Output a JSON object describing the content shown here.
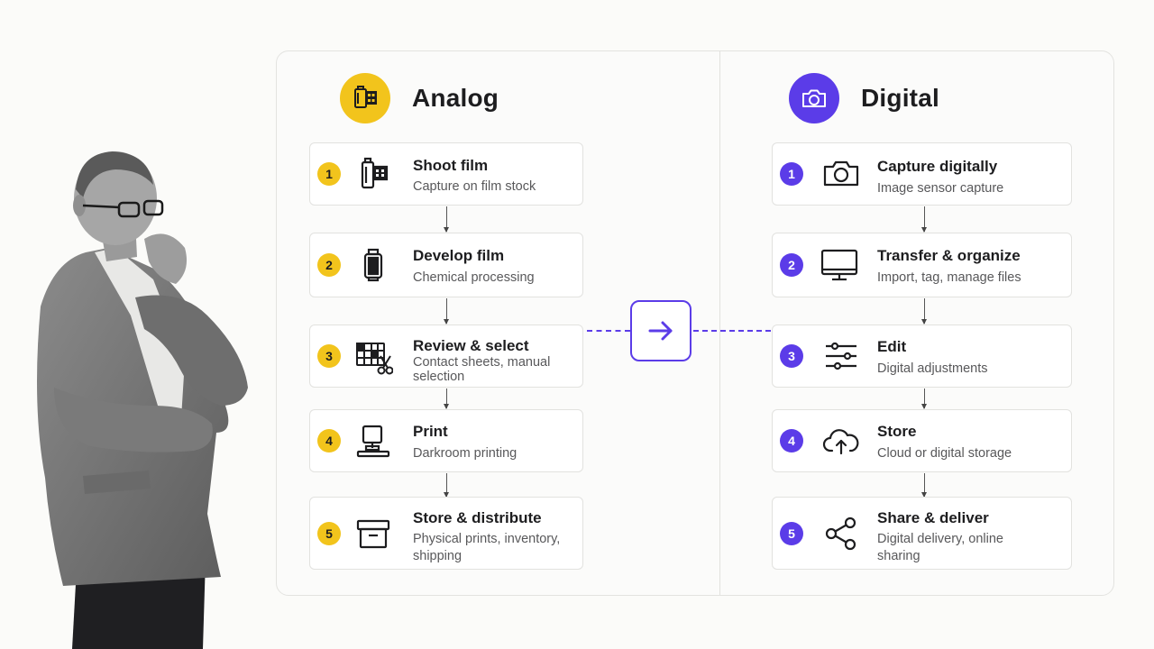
{
  "analog": {
    "title": "Analog",
    "accent": "#f2c41c",
    "icon": "film-canister-icon",
    "steps": [
      {
        "num": "1",
        "title": "Shoot film",
        "sub": "Capture on film stock",
        "icon": "film-roll-icon"
      },
      {
        "num": "2",
        "title": "Develop film",
        "sub": "Chemical processing",
        "icon": "film-canister-icon"
      },
      {
        "num": "3",
        "title": "Review & select",
        "sub": "Contact sheets, manual selection",
        "icon": "contact-sheet-scissors-icon"
      },
      {
        "num": "4",
        "title": "Print",
        "sub": "Darkroom printing",
        "icon": "enlarger-icon"
      },
      {
        "num": "5",
        "title": "Store & distribute",
        "sub": "Physical prints, inventory, shipping",
        "icon": "archive-box-icon"
      }
    ]
  },
  "digital": {
    "title": "Digital",
    "accent": "#5b3ce8",
    "icon": "camera-icon",
    "steps": [
      {
        "num": "1",
        "title": "Capture digitally",
        "sub": "Image sensor capture",
        "icon": "camera-icon"
      },
      {
        "num": "2",
        "title": "Transfer & organize",
        "sub": "Import, tag, manage files",
        "icon": "monitor-icon"
      },
      {
        "num": "3",
        "title": "Edit",
        "sub": "Digital adjustments",
        "icon": "sliders-icon"
      },
      {
        "num": "4",
        "title": "Store",
        "sub": "Cloud or digital storage",
        "icon": "cloud-upload-icon"
      },
      {
        "num": "5",
        "title": "Share & deliver",
        "sub": "Digital delivery, online sharing",
        "icon": "share-icon"
      }
    ]
  },
  "transition_icon": "arrow-right-icon"
}
